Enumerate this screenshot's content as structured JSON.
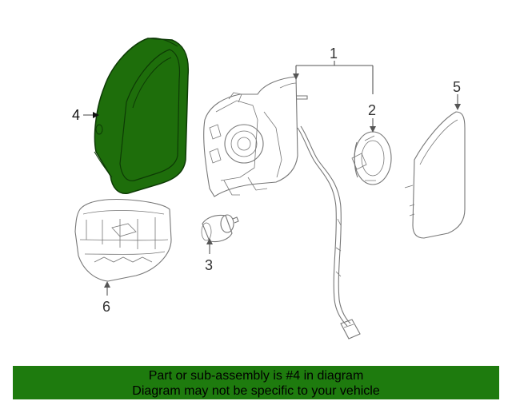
{
  "callouts": {
    "c1": "1",
    "c2": "2",
    "c3": "3",
    "c4": "4",
    "c5": "5",
    "c6": "6"
  },
  "highlight_color": "#1e6e0b",
  "banner": {
    "line1": "Part or sub-assembly is #4 in diagram",
    "line2": "Diagram may not be specific to your vehicle",
    "color": "#1e7b0e"
  }
}
